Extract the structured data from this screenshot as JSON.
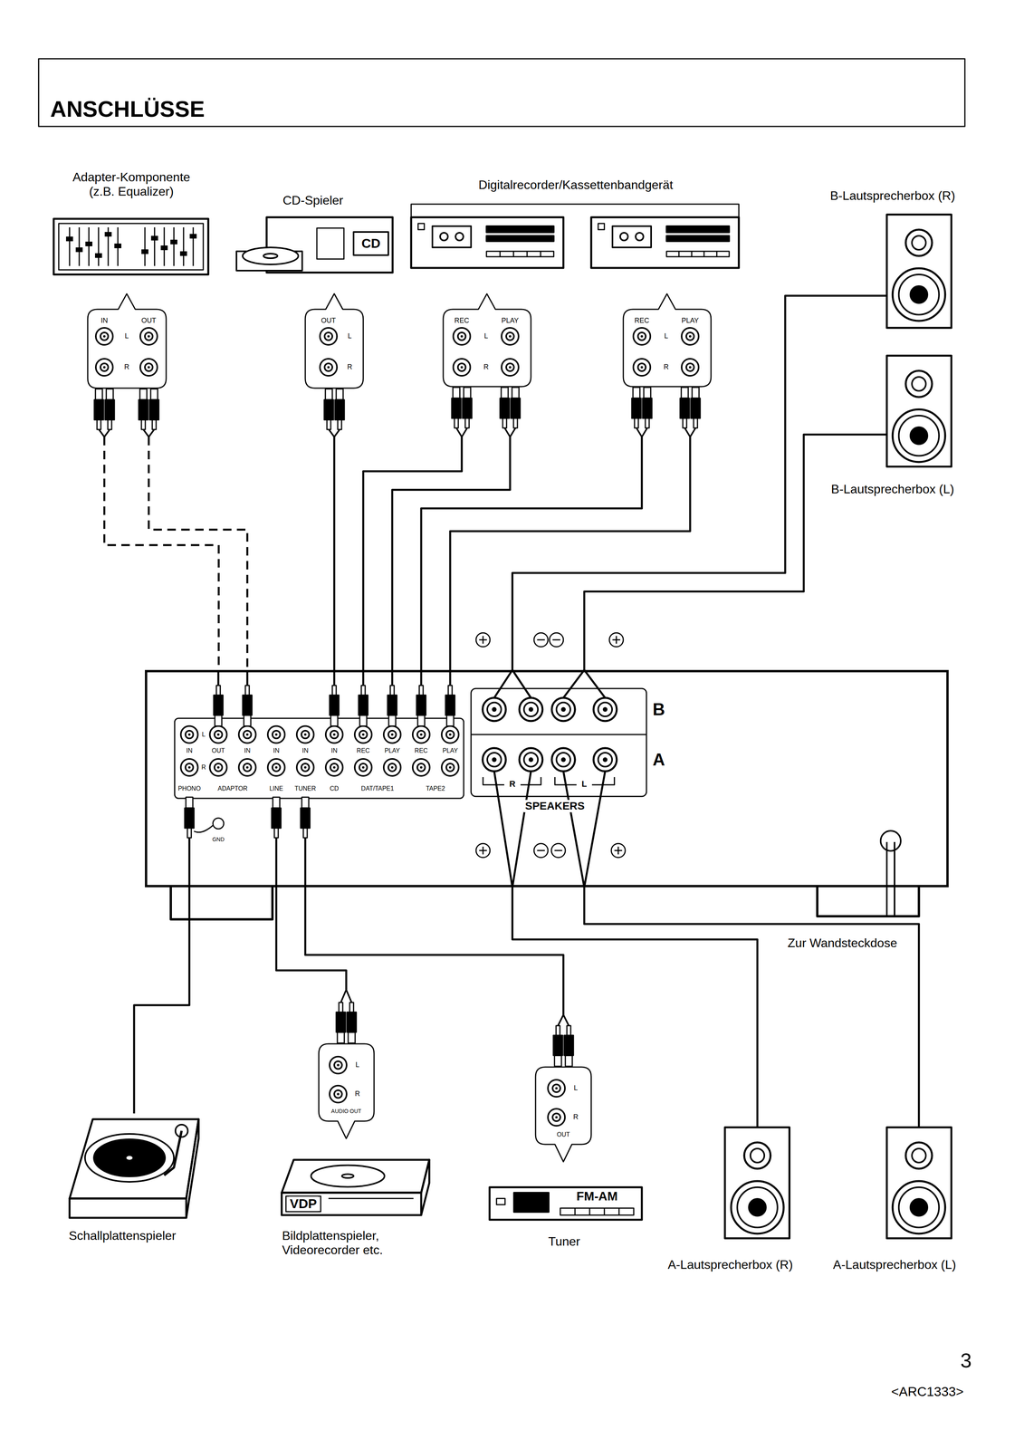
{
  "diagram": {
    "title": "ANSCHLÜSSE",
    "nodes": [
      {
        "text": [
          "Adapter-Komponente (z.B. Equalizer)"
        ]
      },
      {
        "text": [
          "CD-Spieler"
        ]
      },
      {
        "text": [
          "Digitalrecorder/Kassettenbandgerät"
        ]
      },
      {
        "text": [
          "B-Lautsprecherbox (R)"
        ]
      },
      {
        "text": [
          "B-Lautsprecherbox (L)"
        ]
      },
      {
        "text": [
          "SPEAKERS"
        ]
      },
      {
        "text": [
          "Schallplattenspieler"
        ]
      },
      {
        "text": [
          "Bildplattenspieler, Videorecorder etc."
        ]
      },
      {
        "text": [
          "Tuner"
        ]
      },
      {
        "text": [
          "A-Lautsprecherbox (R)"
        ]
      },
      {
        "text": [
          "A-Lautsprecherbox (L)"
        ]
      }
    ],
    "edges": [
      {
        "from": 0,
        "to": 5,
        "arrow": "none"
      },
      {
        "from": 0,
        "to": 5,
        "arrow": "none"
      },
      {
        "from": 1,
        "to": 5,
        "arrow": "none"
      },
      {
        "from": 2,
        "to": 5,
        "arrow": "none"
      },
      {
        "from": 2,
        "to": 5,
        "arrow": "none"
      },
      {
        "from": 2,
        "to": 5,
        "arrow": "none"
      },
      {
        "from": 2,
        "to": 5,
        "arrow": "none"
      },
      {
        "from": 3,
        "to": 5,
        "arrow": "none"
      },
      {
        "from": 4,
        "to": 5,
        "arrow": "none"
      },
      {
        "from": 5,
        "to": 6,
        "arrow": "none"
      },
      {
        "from": 5,
        "to": 7,
        "arrow": "none"
      },
      {
        "from": 5,
        "to": 8,
        "arrow": "none"
      },
      {
        "from": 5,
        "to": 9,
        "arrow": "none"
      },
      {
        "from": 5,
        "to": 10,
        "arrow": "none"
      }
    ],
    "labels": [
      "CD",
      "IN",
      "OUT",
      "L",
      "R",
      "OUT",
      "L",
      "R",
      "REC",
      "PLAY",
      "L",
      "R",
      "REC",
      "PLAY",
      "L",
      "R",
      "B",
      "A",
      "R",
      "L",
      "IN",
      "OUT",
      "IN",
      "IN",
      "IN",
      "IN",
      "REC",
      "PLAY",
      "REC",
      "PLAY",
      "L",
      "R",
      "PHONO",
      "ADAPTOR",
      "LINE",
      "TUNER",
      "CD",
      "DAT/TAPE1",
      "TAPE2",
      "GND",
      "L",
      "R",
      "AUDIO OUT",
      "VDP",
      "L",
      "R",
      "OUT",
      "FM-AM",
      "Zur Wandsteckdose",
      "3",
      "<ARC1333>"
    ]
  }
}
